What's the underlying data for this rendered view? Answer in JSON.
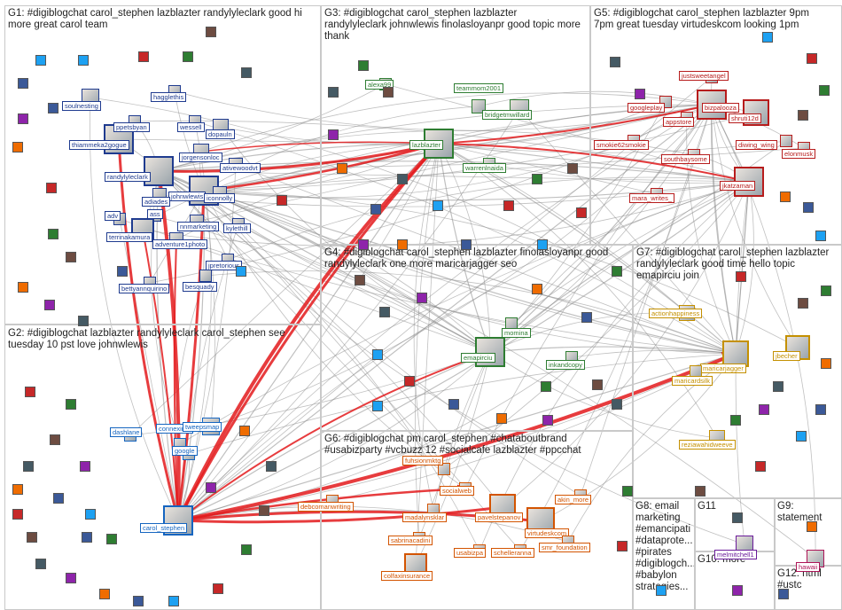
{
  "groups": [
    {
      "id": "G1",
      "label": "G1: #digiblogchat carol_stephen lazblazter randylyleclark good hi\nmore great carol team"
    },
    {
      "id": "G2",
      "label": "G2: #digiblogchat lazblazter randylyleclark carol_stephen see\ntuesday 10 pst love johnwlewis"
    },
    {
      "id": "G3",
      "label": "G3: #digiblogchat carol_stephen lazblazter\nrandylyleclark johnwlewis finolasloyanpr good topic more\nthank"
    },
    {
      "id": "G4",
      "label": "G4: #digiblogchat carol_stephen lazblazter finolasloyanpr good\nrandylyleclark one more maricarjagger seo"
    },
    {
      "id": "G5",
      "label": "G5: #digiblogchat carol_stephen lazblazter 9pm\n7pm great tuesday virtudeskcom looking 1pm"
    },
    {
      "id": "G6",
      "label": "G6: #digiblogchat pm carol_stephen #chataboutbrand\n#usabizparty #vcbuzz 12 #socialcafe lazblazter #ppcchat"
    },
    {
      "id": "G7",
      "label": "G7: #digiblogchat carol_stephen lazblazter\nrandylyleclark good time hello topic\nemapirciu join"
    },
    {
      "id": "G8",
      "label": "G8: email\nmarketing\n#emancipati\n#dataprote...\n#pirates\n#digiblogch...\n#babylon\nstrategies..."
    },
    {
      "id": "G9",
      "label": "G9:\nstatement"
    },
    {
      "id": "G10",
      "label": "G10: more"
    },
    {
      "id": "G11",
      "label": "G11"
    },
    {
      "id": "G12",
      "label": "G12: html\n#ustc"
    }
  ],
  "nodes": [
    {
      "id": "soulnesting",
      "label": "soulnesting",
      "group": "G1",
      "color": "#1f3b8f"
    },
    {
      "id": "thiammeka2gogue",
      "label": "thiammeka2gogue",
      "group": "G1",
      "color": "#1f3b8f"
    },
    {
      "id": "ppetsbyan",
      "label": "ppetsbyan",
      "group": "G1",
      "color": "#1f3b8f"
    },
    {
      "id": "hagglethis",
      "label": "hagglethis",
      "group": "G1",
      "color": "#1f3b8f"
    },
    {
      "id": "wessell",
      "label": "wessell",
      "group": "G1",
      "color": "#1f3b8f"
    },
    {
      "id": "dopauln",
      "label": "dopauln",
      "group": "G1",
      "color": "#1f3b8f"
    },
    {
      "id": "randylyleclark",
      "label": "randylyleclark",
      "group": "G1",
      "color": "#1f3b8f"
    },
    {
      "id": "jorgensonloc",
      "label": "jorgensonloc",
      "group": "G1",
      "color": "#1f3b8f"
    },
    {
      "id": "ativewoodvt",
      "label": "ativewoodvt",
      "group": "G1",
      "color": "#1f3b8f"
    },
    {
      "id": "johnwlewis",
      "label": "johnwlewis",
      "group": "G1",
      "color": "#1f3b8f"
    },
    {
      "id": "adiades",
      "label": "adiades",
      "group": "G1",
      "color": "#1f3b8f"
    },
    {
      "id": "iconnolly",
      "label": "iconnolly",
      "group": "G1",
      "color": "#1f3b8f"
    },
    {
      "id": "adv",
      "label": "adv",
      "group": "G1",
      "color": "#1f3b8f"
    },
    {
      "id": "ass",
      "label": "ass",
      "group": "G1",
      "color": "#1f3b8f"
    },
    {
      "id": "terrinakamura",
      "label": "terrinakamura",
      "group": "G1",
      "color": "#1f3b8f"
    },
    {
      "id": "nnmarketing",
      "label": "nnmarketing",
      "group": "G1",
      "color": "#1f3b8f"
    },
    {
      "id": "kylethill",
      "label": "kylethill",
      "group": "G1",
      "color": "#1f3b8f"
    },
    {
      "id": "adventure1photo",
      "label": "adventure1photo",
      "group": "G1",
      "color": "#1f3b8f"
    },
    {
      "id": "jpretorious",
      "label": "jpretorious",
      "group": "G1",
      "color": "#1f3b8f"
    },
    {
      "id": "bettyannquirino",
      "label": "bettyannquirino",
      "group": "G1",
      "color": "#1f3b8f"
    },
    {
      "id": "besquady",
      "label": "besquady",
      "group": "G1",
      "color": "#1f3b8f"
    },
    {
      "id": "dashlane",
      "label": "dashlane",
      "group": "G2",
      "color": "#1565c0"
    },
    {
      "id": "connexinet",
      "label": "connexinet",
      "group": "G2",
      "color": "#1565c0"
    },
    {
      "id": "tweepsmap",
      "label": "tweepsmap",
      "group": "G2",
      "color": "#1565c0"
    },
    {
      "id": "google",
      "label": "google",
      "group": "G2",
      "color": "#1565c0"
    },
    {
      "id": "carol_stephen",
      "label": "carol_stephen",
      "group": "G2",
      "color": "#1565c0"
    },
    {
      "id": "alexa99",
      "label": "alexa99",
      "group": "G3",
      "color": "#2e7d32"
    },
    {
      "id": "teammom2001",
      "label": "teammom2001",
      "group": "G3",
      "color": "#2e7d32"
    },
    {
      "id": "bridgetmwillard",
      "label": "bridgetmwillard",
      "group": "G3",
      "color": "#2e7d32"
    },
    {
      "id": "lazblazter",
      "label": "lazblazter",
      "group": "G3",
      "color": "#2e7d32"
    },
    {
      "id": "warrenlnaida",
      "label": "warrenlnaida",
      "group": "G3",
      "color": "#2e7d32"
    },
    {
      "id": "smokie62smokie",
      "label": "smokie62smokie",
      "group": "G5",
      "color": "#b71c1c"
    },
    {
      "id": "justsweetangel",
      "label": "justsweetangel",
      "group": "G5",
      "color": "#b71c1c"
    },
    {
      "id": "googleplay",
      "label": "googleplay",
      "group": "G5",
      "color": "#b71c1c"
    },
    {
      "id": "bizpalooza",
      "label": "bizpalooza",
      "group": "G5",
      "color": "#b71c1c"
    },
    {
      "id": "shruti12d",
      "label": "shruti12d",
      "group": "G5",
      "color": "#b71c1c"
    },
    {
      "id": "appstore",
      "label": "appstore",
      "group": "G5",
      "color": "#b71c1c"
    },
    {
      "id": "diwing_wing",
      "label": "diwing_wing",
      "group": "G5",
      "color": "#b71c1c"
    },
    {
      "id": "southbaysome",
      "label": "southbaysome",
      "group": "G5",
      "color": "#b71c1c"
    },
    {
      "id": "elonmusk",
      "label": "elonmusk",
      "group": "G5",
      "color": "#b71c1c"
    },
    {
      "id": "jkatzaman",
      "label": "jkatzaman",
      "group": "G5",
      "color": "#b71c1c"
    },
    {
      "id": "mara_writes_",
      "label": "mara_writes_",
      "group": "G5",
      "color": "#b71c1c"
    },
    {
      "id": "momina",
      "label": "momina",
      "group": "G4",
      "color": "#2e7d32"
    },
    {
      "id": "emapirciu",
      "label": "emapirciu",
      "group": "G4",
      "color": "#2e7d32"
    },
    {
      "id": "inkandcopy",
      "label": "inkandcopy",
      "group": "G4",
      "color": "#2e7d32"
    },
    {
      "id": "actionhappiness",
      "label": "actionhappiness",
      "group": "G7",
      "color": "#c49000"
    },
    {
      "id": "maricarjagger",
      "label": "maricarjagger",
      "group": "G7",
      "color": "#c49000"
    },
    {
      "id": "jbecher",
      "label": "jbecher",
      "group": "G7",
      "color": "#c49000"
    },
    {
      "id": "maricardsilk",
      "label": "maricardsilk",
      "group": "G7",
      "color": "#c49000"
    },
    {
      "id": "reziawahidweeve",
      "label": "reziawahidweeve",
      "group": "G7",
      "color": "#c49000"
    },
    {
      "id": "fuhsionmktg",
      "label": "fuhsionmktg",
      "group": "G6",
      "color": "#d35400"
    },
    {
      "id": "socialweb",
      "label": "socialweb",
      "group": "G6",
      "color": "#d35400"
    },
    {
      "id": "debcomanwriting",
      "label": "debcomanwriting",
      "group": "G6",
      "color": "#d35400"
    },
    {
      "id": "madalynsklar",
      "label": "madalynsklar",
      "group": "G6",
      "color": "#d35400"
    },
    {
      "id": "pavelstepanov",
      "label": "pavelstepanov",
      "group": "G6",
      "color": "#d35400"
    },
    {
      "id": "akin_more",
      "label": "akin_more",
      "group": "G6",
      "color": "#d35400"
    },
    {
      "id": "virtudeskcom",
      "label": "virtudeskcom",
      "group": "G6",
      "color": "#d35400"
    },
    {
      "id": "sabrinacadini",
      "label": "sabrinacadini",
      "group": "G6",
      "color": "#d35400"
    },
    {
      "id": "usabizpa",
      "label": "usabizpa",
      "group": "G6",
      "color": "#d35400"
    },
    {
      "id": "schelleranna",
      "label": "schelleranna",
      "group": "G6",
      "color": "#d35400"
    },
    {
      "id": "smr_foundation",
      "label": "smr_foundation",
      "group": "G6",
      "color": "#d35400"
    },
    {
      "id": "colfaxinsurance",
      "label": "colfaxinsurance",
      "group": "G6",
      "color": "#d35400"
    },
    {
      "id": "melmitchell1",
      "label": "melmitchell1",
      "group": "G11",
      "color": "#6a1b9a"
    },
    {
      "id": "hawaii",
      "label": "hawaii",
      "group": "G9",
      "color": "#ad1457"
    }
  ]
}
